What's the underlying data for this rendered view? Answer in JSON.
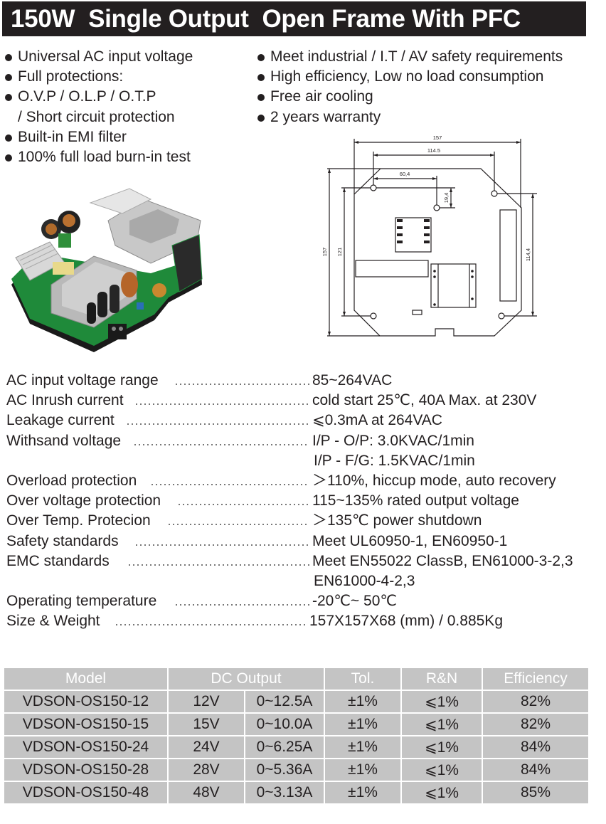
{
  "header": {
    "title": "150W  Single Output  Open Frame With PFC"
  },
  "features": {
    "left": [
      {
        "text": "Universal AC input voltage",
        "bullet": true
      },
      {
        "text": "Full protections:",
        "bullet": true
      },
      {
        "text": "O.V.P / O.L.P / O.T.P",
        "bullet": true
      },
      {
        "text": "/ Short circuit protection",
        "bullet": false
      },
      {
        "text": "Built-in EMI filter",
        "bullet": true
      },
      {
        "text": "100% full load burn-in test",
        "bullet": true
      }
    ],
    "right": [
      {
        "text": "Meet industrial / I.T / AV safety requirements",
        "bullet": true
      },
      {
        "text": "High efficiency, Low no load consumption",
        "bullet": true
      },
      {
        "text": "Free air cooling",
        "bullet": true
      },
      {
        "text": "2 years warranty",
        "bullet": true
      }
    ]
  },
  "product_photo": {
    "alt": "Open frame PCB power supply with aluminium heatsinks"
  },
  "diagram": {
    "dimensions": {
      "top_width": "157",
      "hole_spacing_x": "114.5",
      "offset_x": "60,4",
      "offset_y": "19,4",
      "left_height": "157",
      "hole_spacing_y_left": "121",
      "hole_spacing_y_right": "114,4"
    }
  },
  "specs": [
    {
      "label": "AC input voltage range",
      "value": "85~264VAC"
    },
    {
      "label": "AC Inrush current",
      "value": "cold start 25℃,  40A  Max. at  230V"
    },
    {
      "label": "Leakage current",
      "value": "⩽0.3mA at 264VAC"
    },
    {
      "label": "Withsand voltage",
      "value": " I/P - O/P: 3.0KVAC/1min",
      "cont": " I/P - F/G: 1.5KVAC/1min"
    },
    {
      "label": "Overload protection",
      "value": "＞110%, hiccup mode, auto recovery"
    },
    {
      "label": "Over voltage protection",
      "value": "115~135% rated output voltage"
    },
    {
      "label": "Over Temp. Protecion",
      "value": "＞135℃ power shutdown"
    },
    {
      "label": "Safety standards",
      "value": "Meet UL60950-1, EN60950-1"
    },
    {
      "label": "EMC standards",
      "value": "Meet EN55022 ClassB, EN61000-3-2,3",
      "cont": "EN61000-4-2,3"
    },
    {
      "label": "Operating temperature",
      "value": "-20℃~ 50℃"
    },
    {
      "label": "Size & Weight",
      "value": "157X157X68 (mm)  /  0.885Kg"
    }
  ],
  "model_table": {
    "headers": [
      "Model",
      "DC Output",
      "Tol.",
      "R&N",
      "Efficiency"
    ],
    "rows": [
      {
        "model": "VDSON-OS150-12",
        "voltage": "12V",
        "current": "0~12.5A",
        "tol": "±1%",
        "rn": "⩽1%",
        "efficiency": "82%"
      },
      {
        "model": "VDSON-OS150-15",
        "voltage": "15V",
        "current": "0~10.0A",
        "tol": "±1%",
        "rn": "⩽1%",
        "efficiency": "82%"
      },
      {
        "model": "VDSON-OS150-24",
        "voltage": "24V",
        "current": "0~6.25A",
        "tol": "±1%",
        "rn": "⩽1%",
        "efficiency": "84%"
      },
      {
        "model": "VDSON-OS150-28",
        "voltage": "28V",
        "current": "0~5.36A",
        "tol": "±1%",
        "rn": "⩽1%",
        "efficiency": "84%"
      },
      {
        "model": "VDSON-OS150-48",
        "voltage": "48V",
        "current": "0~3.13A",
        "tol": "±1%",
        "rn": "⩽1%",
        "efficiency": "85%"
      }
    ]
  },
  "colors": {
    "title_bg": "#231f20",
    "title_text": "#ffffff",
    "table_bg": "#c4c4c4",
    "table_header_text": "#ffffff",
    "pcb_green": "#1f8a3a"
  }
}
